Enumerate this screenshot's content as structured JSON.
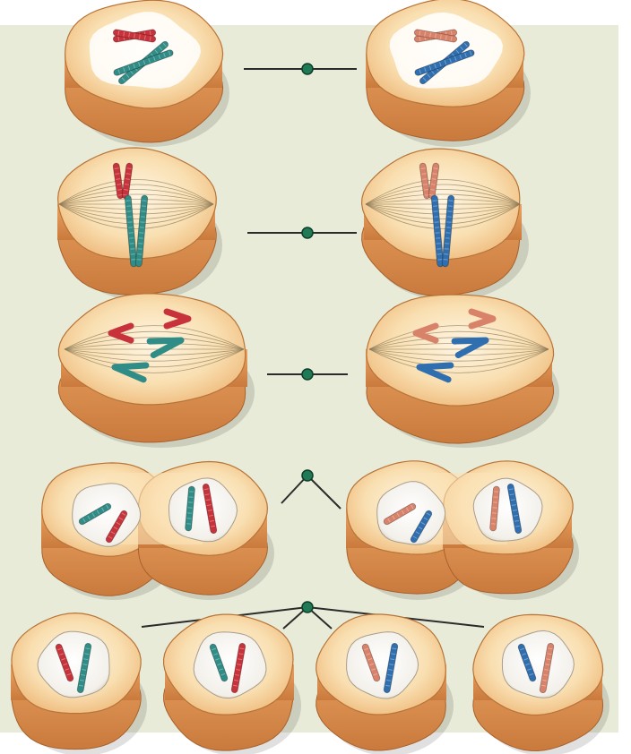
{
  "colors": {
    "background": "#e8ebd8",
    "cell_wall": "#e8a466",
    "cell_top": "#f6d7a3",
    "cytoplasm": "#fbe3b8",
    "nucleus": "#f8f6f2",
    "spindle": "#8a7a5a",
    "guide_line": "#2b2b2b",
    "centromere_dot": "#1f7a55",
    "chrom_red": "#c8323a",
    "chrom_teal": "#2f8c86",
    "chrom_salmon": "#d9826a",
    "chrom_blue": "#2f6fb0"
  },
  "icons": {
    "connector_dot": "centromere-dot-icon",
    "chromosome": "chromosome-icon"
  },
  "stages": [
    "prophase-1",
    "metaphase-1",
    "anaphase-1",
    "telophase-1",
    "telophase-2"
  ]
}
